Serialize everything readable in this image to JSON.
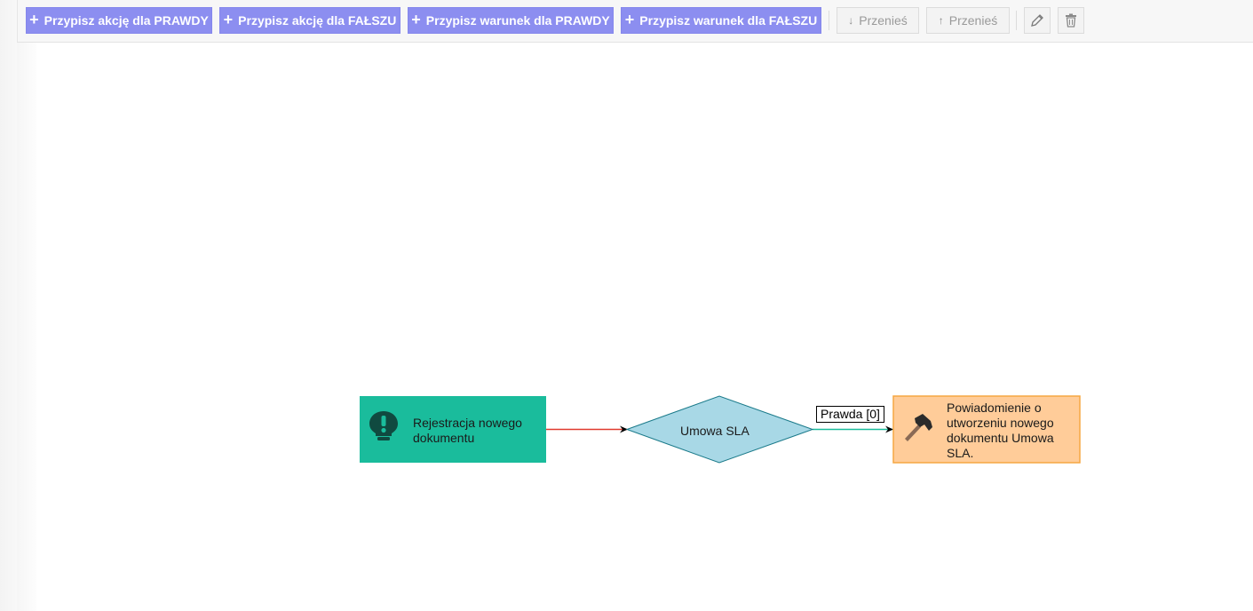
{
  "toolbar": {
    "assign_action_true": "Przypisz akcję dla PRAWDY",
    "assign_action_false": "Przypisz akcję dla FAŁSZU",
    "assign_condition_true": "Przypisz warunek dla PRAWDY",
    "assign_condition_false": "Przypisz warunek dla FAŁSZU",
    "move_down": "Przenieś",
    "move_up": "Przenieś"
  },
  "diagram": {
    "start_node": {
      "label": "Rejestracja nowego dokumentu",
      "color": "#1abc9c",
      "icon": "lightbulb-exclamation-icon"
    },
    "decision_node": {
      "label": "Umowa SLA",
      "color": "#a8d8e6"
    },
    "action_node": {
      "label": "Powiadomienie o utworzeniu nowego dokumentu Umowa SLA.",
      "color": "#ffcc99",
      "icon": "hammer-icon"
    },
    "edge_true_label": "Prawda [0]",
    "colors": {
      "edge_start": "#e03a2e",
      "edge_true": "#1abc9c",
      "accent": "#8c8ef0"
    }
  }
}
